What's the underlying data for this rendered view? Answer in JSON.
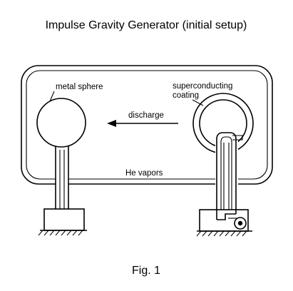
{
  "diagram": {
    "title": "Impulse Gravity Generator (initial setup)",
    "labels": {
      "metal_sphere": "metal sphere",
      "superconducting_1": "superconducting",
      "superconducting_2": "coating",
      "discharge": "discharge",
      "he_vapors": "He vapors"
    },
    "caption": "Fig. 1"
  }
}
